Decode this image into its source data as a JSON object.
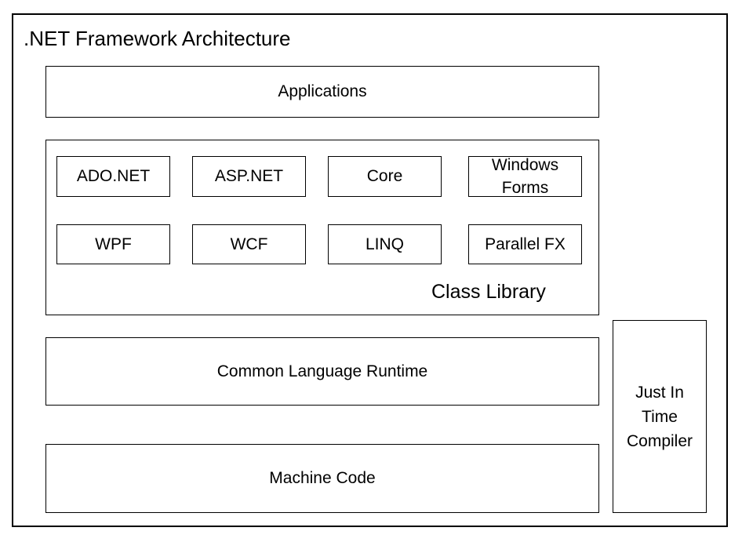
{
  "title": ".NET Framework Architecture",
  "layers": {
    "applications": "Applications",
    "class_library": {
      "label": "Class Library",
      "components": [
        "ADO.NET",
        "ASP.NET",
        "Core",
        "Windows Forms",
        "WPF",
        "WCF",
        "LINQ",
        "Parallel FX"
      ]
    },
    "clr": "Common Language Runtime",
    "machine_code": "Machine Code"
  },
  "jit_compiler": "Just In Time Compiler"
}
